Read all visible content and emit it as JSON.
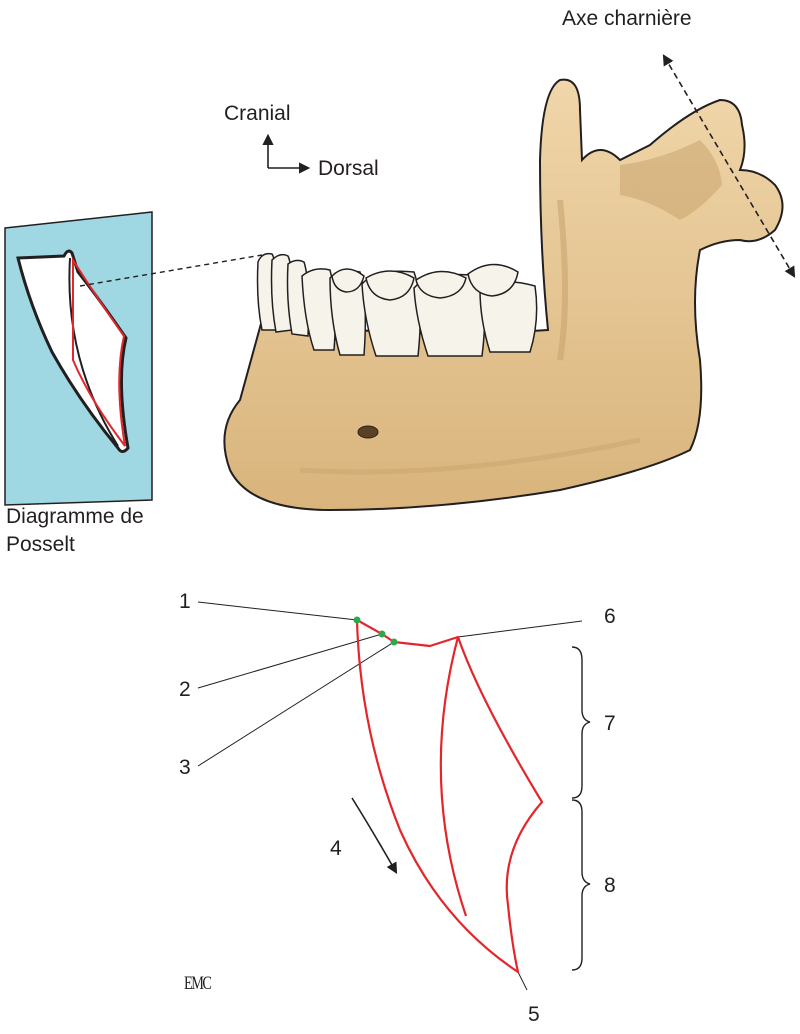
{
  "labels": {
    "hinge_axis": "Axe charnière",
    "cranial": "Cranial",
    "dorsal": "Dorsal",
    "diagram_caption_line1": "Diagramme de",
    "diagram_caption_line2": "Posselt"
  },
  "numbers": {
    "n1": "1",
    "n2": "2",
    "n3": "3",
    "n4": "4",
    "n5": "5",
    "n6": "6",
    "n7": "7",
    "n8": "8"
  },
  "logo": "EMC",
  "colors": {
    "bone": "#e8c99a",
    "bone_shadow": "#c9a46e",
    "teeth": "#f6f3ea",
    "panel": "#9fd8e2",
    "trace": "#e3262b",
    "points": "#2da84a",
    "ink": "#231f20"
  }
}
